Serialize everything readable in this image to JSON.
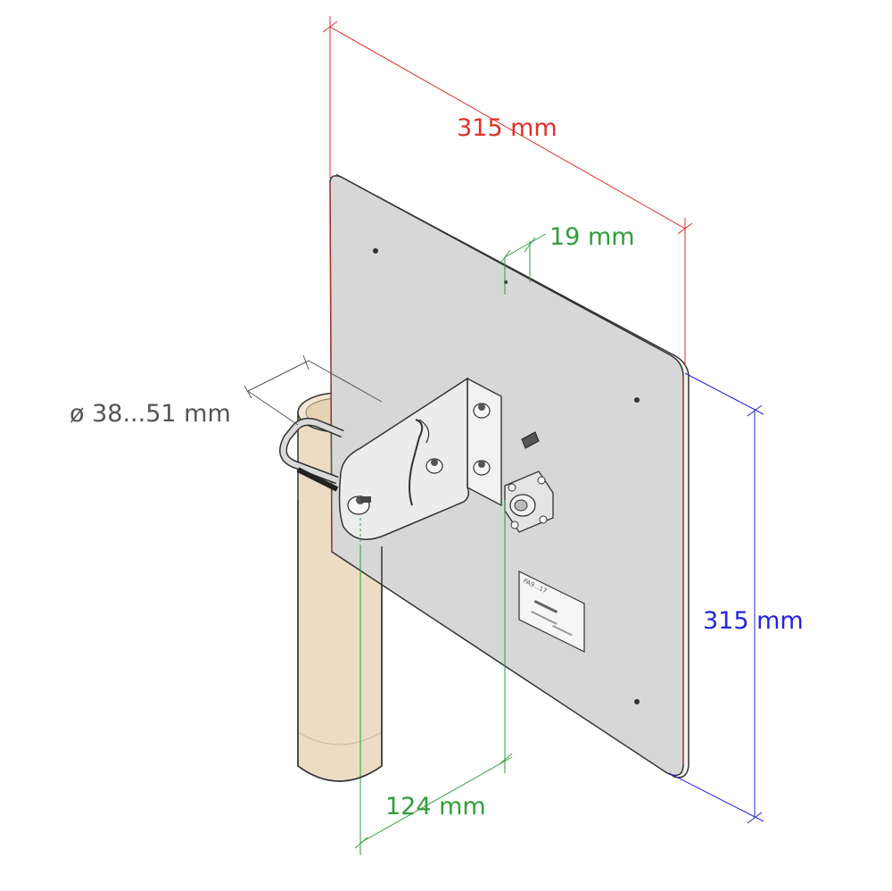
{
  "dimensions": {
    "width": {
      "label": "315 mm",
      "color": "#e0302a"
    },
    "depth": {
      "label": "19 mm",
      "color": "#2e9e3c"
    },
    "height": {
      "label": "315 mm",
      "color": "#2525d8"
    },
    "offset": {
      "label": "124 mm",
      "color": "#2e9e3c"
    },
    "diameter": {
      "label": "ø 38...51 mm",
      "color": "#555555"
    }
  },
  "nameplate": {
    "line1": "PA9...17",
    "line2": "",
    "line3": ""
  },
  "colors": {
    "panel_face": "#d7d7d7",
    "panel_edge": "#f3f3f3",
    "pole": "#ebdcc3",
    "bracket": "#e8e8e8"
  }
}
